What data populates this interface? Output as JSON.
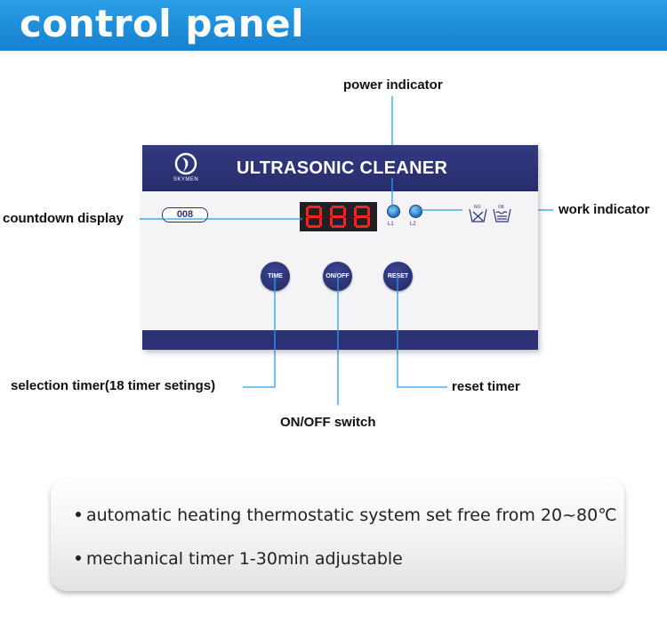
{
  "header": {
    "title": "control panel",
    "color": "#1a8ad8"
  },
  "panel": {
    "brand": "SKYMEN",
    "product": "ULTRASONIC CLEANER",
    "model": "008",
    "display_digits": [
      "8",
      "8",
      "8"
    ],
    "led_labels": [
      "L1",
      "L2"
    ],
    "wash_labels": [
      "NO",
      "OK"
    ],
    "buttons": [
      "TIME",
      "ON/OFF",
      "RESET"
    ],
    "colors": {
      "navy": "#2b3174",
      "led": "#1f6fb8",
      "digit": "#ff2020",
      "callout_line": "#2a9ee6"
    }
  },
  "callouts": {
    "power_indicator": "power indicator",
    "work_indicator": "work indicator",
    "countdown_display": "countdown display",
    "selection_timer": "selection timer(18 timer setings)",
    "on_off_switch": "ON/OFF switch",
    "reset_timer": "reset timer"
  },
  "notes": [
    "automatic heating thermostatic system set free from 20~80℃",
    "mechanical timer 1-30min adjustable"
  ]
}
